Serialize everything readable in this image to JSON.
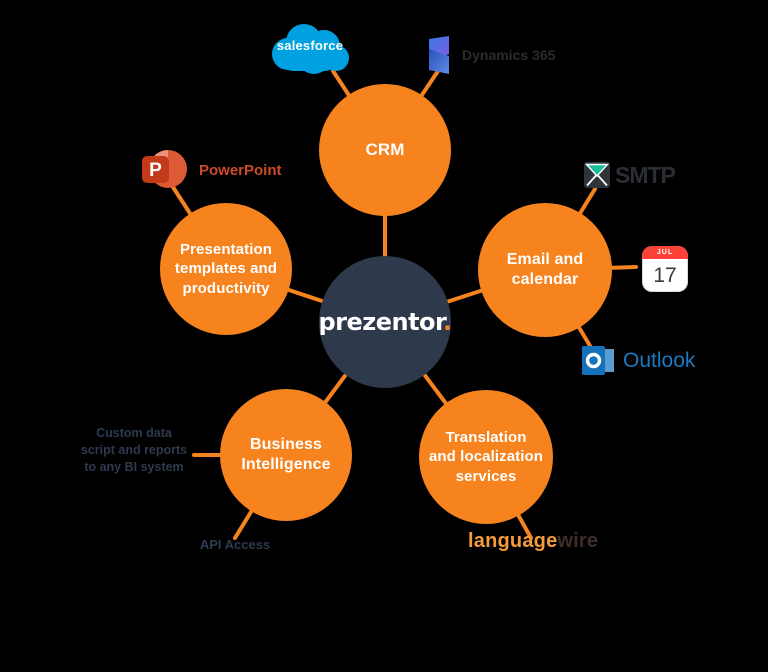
{
  "background": "#000000",
  "colors": {
    "orange": "#F6831E",
    "navy": "#2E3A4C",
    "salesforce_blue": "#00A1E0",
    "outlook_blue": "#1C79C0",
    "powerpoint_red": "#CD4A28",
    "smtp_dark": "#2B2E33",
    "smtp_teal": "#1ABC9C",
    "languagewire_orange": "#F59B3B",
    "languagewire_dark": "#3B2F28",
    "note_navy": "#2E3A4E"
  },
  "center": {
    "brand": "prezentor",
    "dot": "."
  },
  "circles": [
    {
      "id": "crm",
      "label": "CRM"
    },
    {
      "id": "presentation",
      "label": "Presentation\ntemplates and\nproductivity"
    },
    {
      "id": "email-calendar",
      "label": "Email and\ncalendar"
    },
    {
      "id": "business-intelligence",
      "label": "Business\nIntelligence"
    },
    {
      "id": "translation",
      "label": "Translation\nand localization\nservices"
    }
  ],
  "logos": {
    "salesforce": {
      "label": "salesforce"
    },
    "dynamics365": {
      "label": "Dynamics 365"
    },
    "powerpoint": {
      "label": "PowerPoint",
      "initial": "P"
    },
    "smtp": {
      "label": "SMTP"
    },
    "apple_calendar": {
      "month": "JUL",
      "day": "17"
    },
    "outlook": {
      "label": "Outlook"
    },
    "languagewire": {
      "first": "language",
      "second": "wire"
    }
  },
  "annotations": {
    "bi_note": "Custom data\nscript and reports\nto any BI system",
    "api_access": "API Access"
  }
}
